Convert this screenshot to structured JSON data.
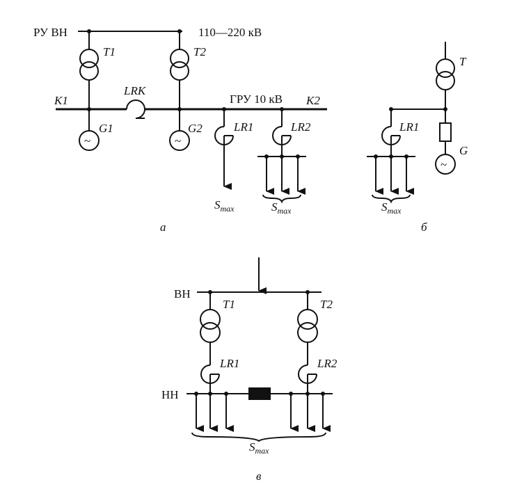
{
  "a": {
    "bus_hv": "РУ ВН",
    "voltage_hv": "110—220 кВ",
    "bus_lv": "ГРУ 10 кВ",
    "section_left": "K1",
    "section_right": "K2",
    "reactor_sec": "LRK",
    "t1": "T1",
    "t2": "T2",
    "g1": "G1",
    "g2": "G2",
    "lr1": "LR1",
    "lr2": "LR2",
    "s_letter": "S",
    "s_sub": "max",
    "caption": "а"
  },
  "b": {
    "t": "T",
    "g": "G",
    "lr1": "LR1",
    "s_letter": "S",
    "s_sub": "max",
    "caption": "б"
  },
  "c": {
    "bus_hv": "ВН",
    "bus_lv": "НН",
    "t1": "T1",
    "t2": "T2",
    "lr1": "LR1",
    "lr2": "LR2",
    "s_letter": "S",
    "s_sub": "max",
    "caption": "в"
  },
  "symbols": {
    "generator": "~"
  }
}
